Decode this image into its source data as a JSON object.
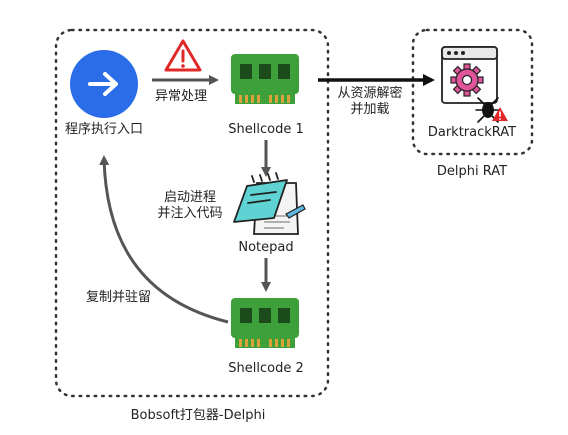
{
  "colors": {
    "entry_circle": "#2b6de8",
    "chip_green": "#3ea03a",
    "chip_dark": "#1b4a1b",
    "chip_pins": "#d9a23a",
    "warning_red": "#e02828",
    "arrow_gray": "#555555",
    "arrow_black": "#111111",
    "border_dots": "#333333",
    "notepad_teal": "#5fd3d3",
    "rat_gear": "#e0559a"
  },
  "nodes": {
    "entry": {
      "label": "程序执行入口",
      "icon": "arrow-right-circle-icon"
    },
    "shellcode1": {
      "label": "Shellcode 1",
      "icon": "memory-chip-icon"
    },
    "notepad": {
      "label": "Notepad",
      "icon": "notepad-icon"
    },
    "shellcode2": {
      "label": "Shellcode 2",
      "icon": "memory-chip-icon"
    },
    "darktrack": {
      "label": "DarktrackRAT",
      "icon": "malware-window-icon"
    }
  },
  "edges": {
    "exception": "异常处理",
    "start_inject_line1": "启动进程",
    "start_inject_line2": "并注入代码",
    "decrypt_line1": "从资源解密",
    "decrypt_line2": "并加载",
    "persist": "复制并驻留"
  },
  "containers": {
    "packer": "Bobsoft打包器-Delphi",
    "rat": "Delphi RAT"
  }
}
